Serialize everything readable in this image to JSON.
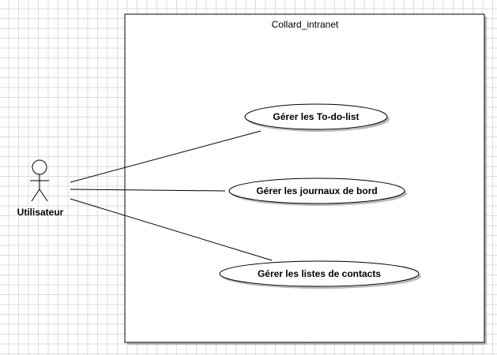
{
  "colors": {
    "grid": "#dcdcdc",
    "stroke": "#000000",
    "fill": "#ffffff",
    "shadow": "#8c8c8c"
  },
  "system": {
    "title": "Collard_intranet"
  },
  "actor": {
    "label": "Utilisateur"
  },
  "use_cases": [
    {
      "label": "Gérer les To-do-list"
    },
    {
      "label": "Gérer les journaux de bord"
    },
    {
      "label": "Gérer les listes de contacts"
    }
  ],
  "associations": [
    {
      "from": "Utilisateur",
      "to": "Gérer les To-do-list"
    },
    {
      "from": "Utilisateur",
      "to": "Gérer les journaux de bord"
    },
    {
      "from": "Utilisateur",
      "to": "Gérer les listes de contacts"
    }
  ]
}
